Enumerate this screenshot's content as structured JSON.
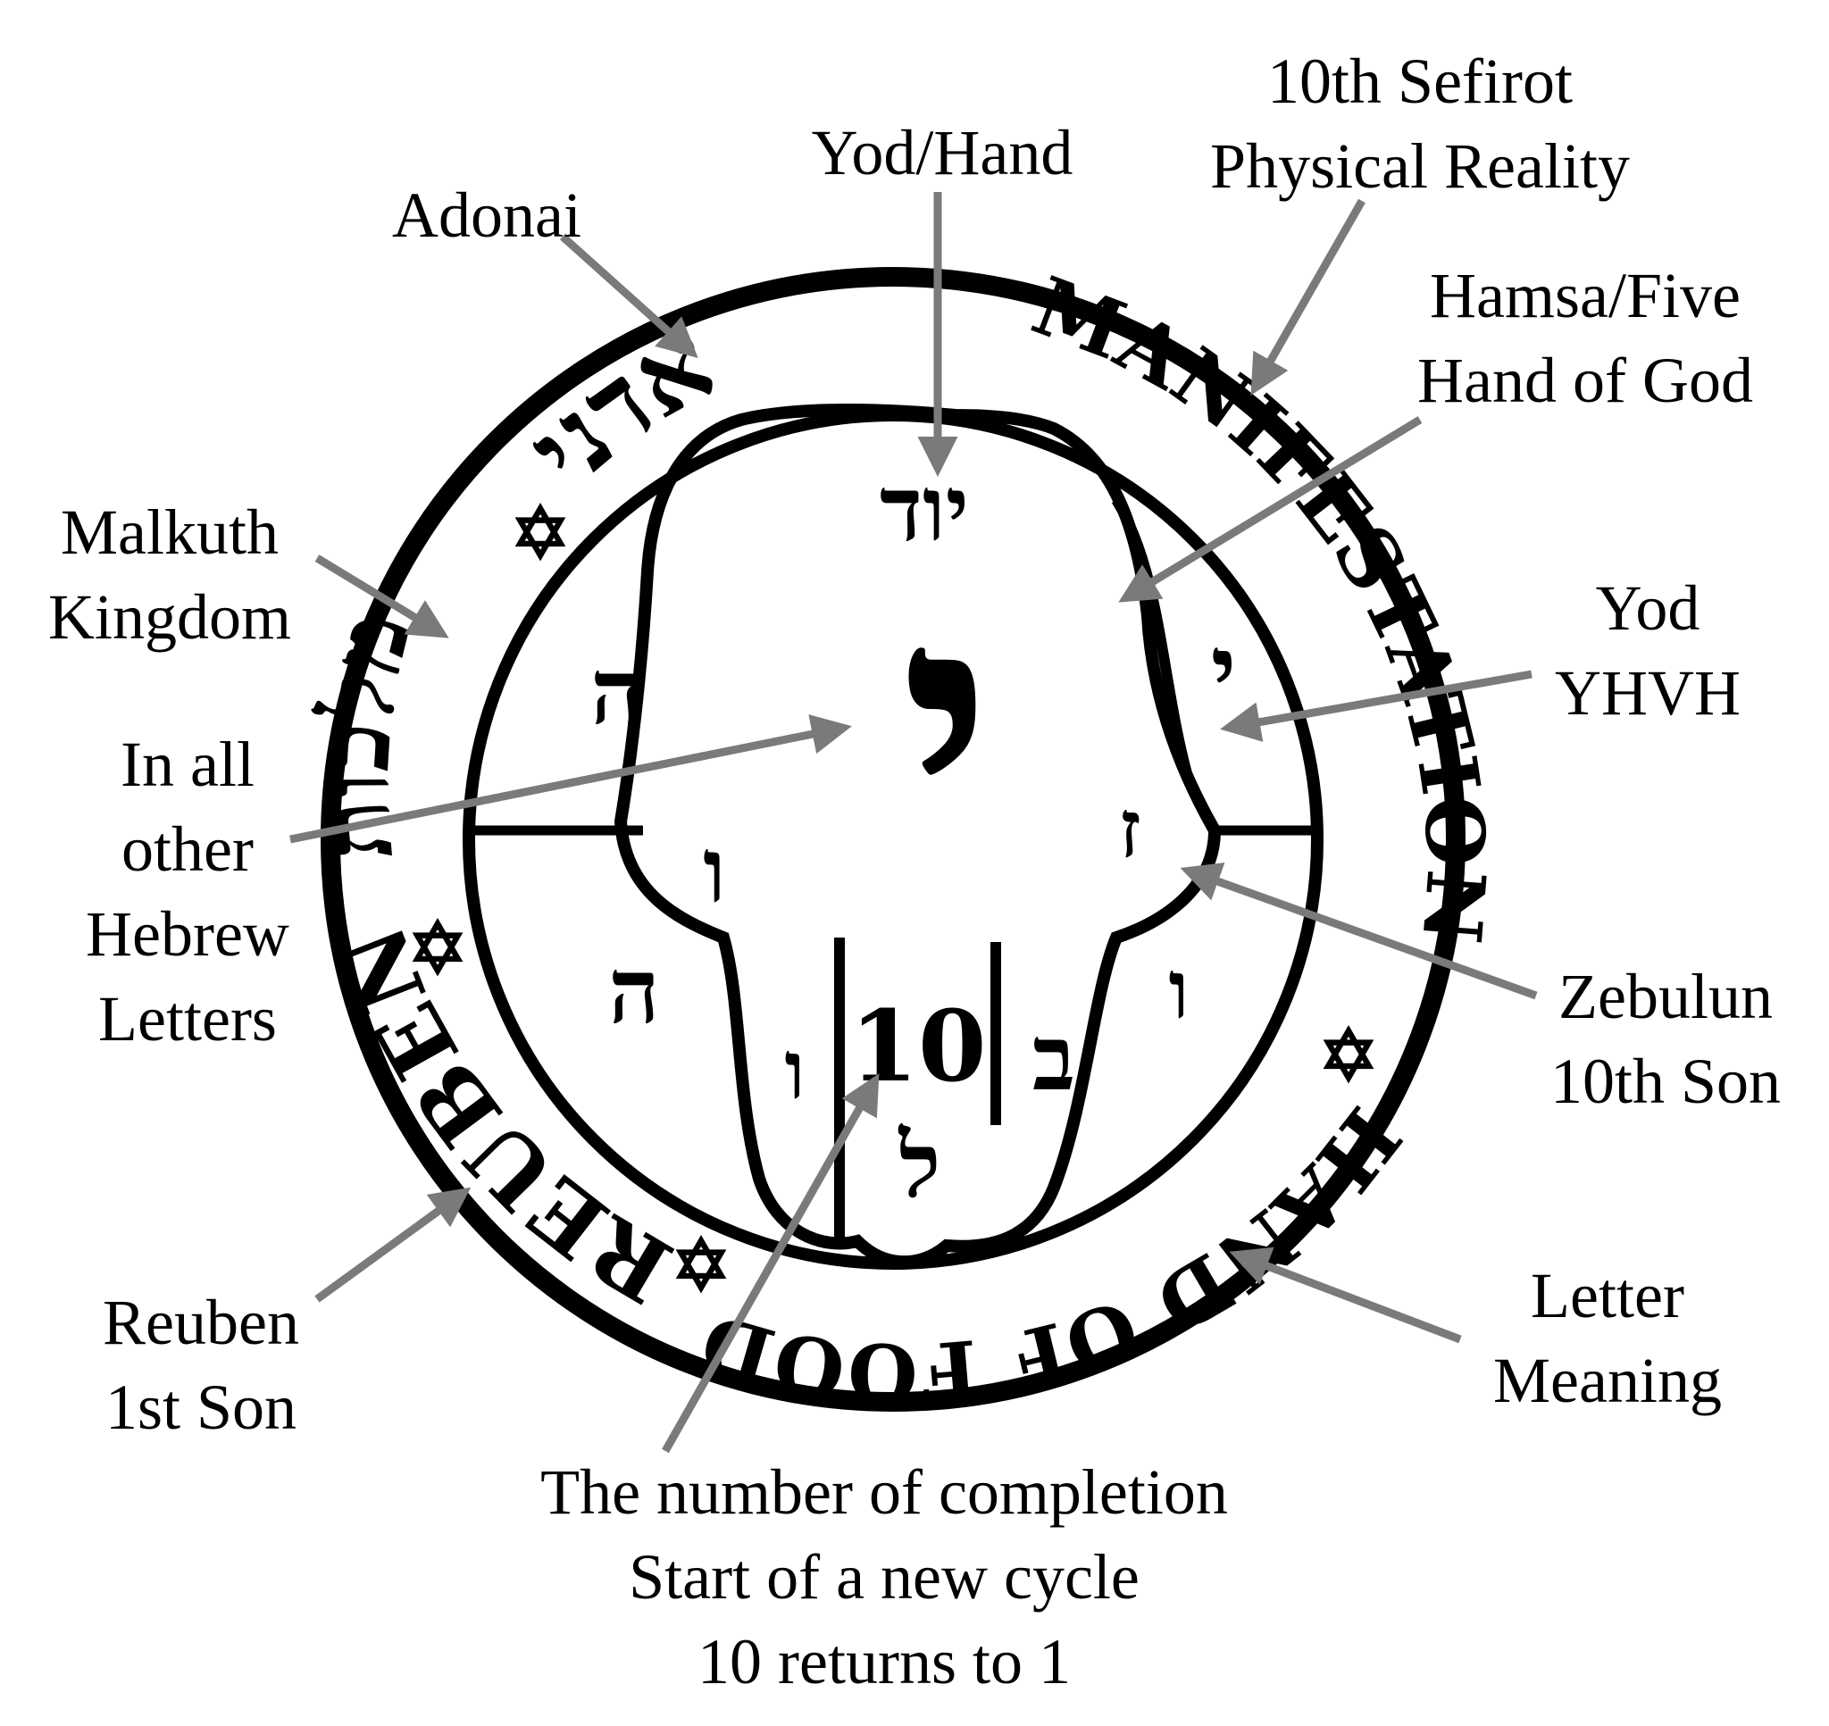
{
  "labels": {
    "yod_hand": "Yod/Hand",
    "sefirot_1": "10th Sefirot",
    "sefirot_2": "Physical Reality",
    "adonai": "Adonai",
    "hamsa_1": "Hamsa/Five",
    "hamsa_2": "Hand of God",
    "malkuth_1": "Malkuth",
    "malkuth_2": "Kingdom",
    "yod_1": "Yod",
    "yod_2": "YHVH",
    "in_all_1": "In all",
    "in_all_2": "other",
    "in_all_3": "Hebrew",
    "in_all_4": "Letters",
    "zebulun_1": "Zebulun",
    "zebulun_2": "10th Son",
    "reuben_1": "Reuben",
    "reuben_2": "1st Son",
    "letter_1": "Letter",
    "letter_2": "Meaning",
    "completion_1": "The number of completion",
    "completion_2": "Start of a new cycle",
    "completion_3": "10 returns to 1"
  },
  "seal": {
    "ring_top_left_hebrew": "אדני",
    "ring_left_hebrew": "מלכות",
    "ring_lower_left": "REUBEN",
    "ring_top_right": "MANIFESTATION",
    "ring_bottom": "HAND OF FOOD",
    "star_glyph": "✡",
    "yod_word": "יוד",
    "big_yod": "י",
    "letter_he_upper": "ה",
    "letter_he_lower": "ה",
    "letter_vav_left": "ו",
    "letter_zayin": "ז",
    "letter_vav_right": "ו",
    "letter_yod_right": "י",
    "number_ten": "10",
    "letter_vav_bottom": "ו",
    "letter_bet": "ב",
    "letter_lamed": "ל"
  },
  "colors": {
    "ink": "#000000",
    "arrow": "#7a7a7a",
    "background": "#ffffff"
  }
}
